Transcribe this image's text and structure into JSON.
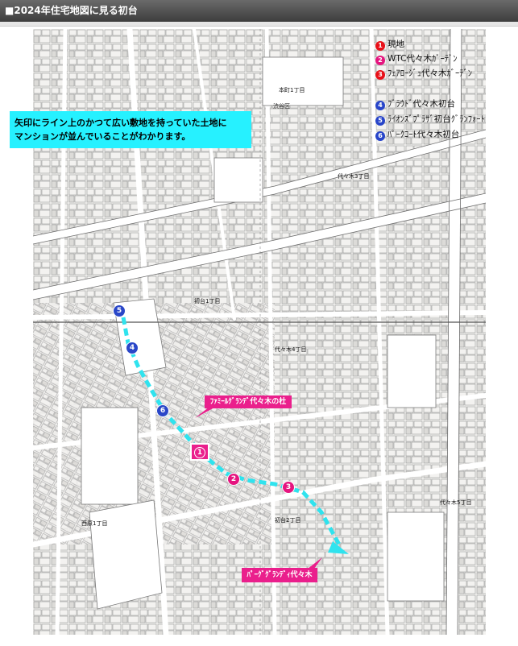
{
  "header": {
    "title": "■2024年住宅地図に見る初台"
  },
  "caption": {
    "line1": "矢印にライン上のかつて広い敷地を持っていた土地に",
    "line2": "マンションが並んでいることがわかります。"
  },
  "legend": {
    "items": [
      {
        "num": "1",
        "label": "現地",
        "color": "#e8111a"
      },
      {
        "num": "2",
        "label": "WTC代々木ｶﾞｰﾃﾞﾝ",
        "color": "#e5157f"
      },
      {
        "num": "3",
        "label": "ﾌｪｱﾛｰｼﾞｭ代々木ｶﾞｰﾃﾞﾝ",
        "color": "#e8111a"
      },
      {
        "num": "4",
        "label": "ﾌﾞﾗｳﾄﾞ代々木初台",
        "color": "#2845c9"
      },
      {
        "num": "5",
        "label": "ﾗｲｵﾝｽﾞﾌﾟﾗｻﾞ初台ｸﾞﾗﾝﾌｫｰﾄ",
        "color": "#2845c9"
      },
      {
        "num": "6",
        "label": "ﾊﾟｰｸｺｰﾄ代々木初台",
        "color": "#2845c9"
      }
    ]
  },
  "markers": {
    "m1": "1",
    "m2": "2",
    "m3": "3",
    "m4": "4",
    "m5": "5",
    "m6": "6"
  },
  "callouts": {
    "a": "ﾌｧﾐｰﾙｸﾞﾗﾝﾃﾞ代々木の杜",
    "b": "ﾊﾟｰｸﾞｸﾞﾗﾝﾃﾞｨ代々木"
  },
  "map_labels": {
    "shibuya": "渋谷区",
    "hatsudai1": "初台1丁目",
    "hatsudai2": "初台2丁目",
    "honmachi": "本町1丁目",
    "nishihara": "西原1丁目",
    "yoyogi3": "代々木3丁目",
    "yoyogi4": "代々木4丁目",
    "yoyogi5": "代々木5丁目"
  },
  "colors": {
    "route": "#2fe3ee",
    "map_bg": "#f2f1ef",
    "road": "#ffffff",
    "block": "#d9d8d5"
  }
}
